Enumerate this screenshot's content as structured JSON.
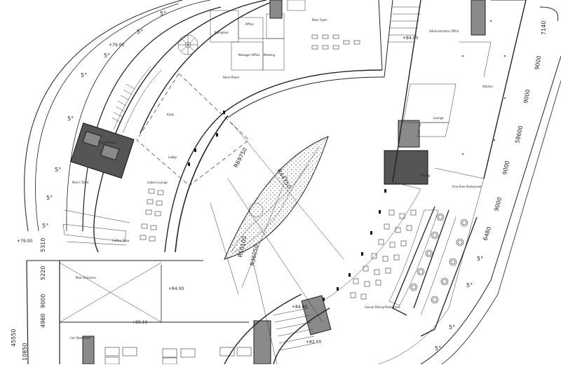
{
  "radius_labels": [
    "R69750",
    "R44750",
    "R50100",
    "R36050"
  ],
  "dimensions": [
    "7140",
    "9000",
    "9000",
    "9000",
    "58600",
    "9000",
    "6480",
    "5310",
    "5220",
    "9000",
    "4980",
    "45550",
    "10850"
  ],
  "axis_tick": "5°",
  "levels": [
    "+79.00",
    "+84.00",
    "+79.00",
    "+84.00",
    "+89.10",
    "+84.00",
    "+82.00"
  ],
  "room_labels": [
    "Reception",
    "Office",
    "Manager Office",
    "Meeting",
    "Store Room",
    "Kiosk",
    "Ladies Lounge",
    "Prayer Room",
    "Men's Toilet",
    "Lobby",
    "Main Entrance",
    "Administration Office",
    "Lounge",
    "Dining",
    "Kitchen",
    "Fine Dine Restaurant",
    "Coffee Shop",
    "Car Showroom",
    "Casual Dining Restaurant",
    "Main Foyer"
  ]
}
